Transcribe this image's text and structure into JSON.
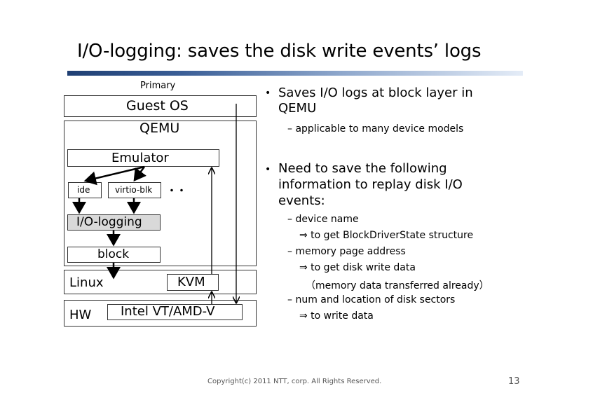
{
  "slide": {
    "title": "I/O-logging: saves the disk write events’ logs",
    "page_number": "13",
    "footer": "Copyright(c) 2011 NTT, corp. All Rights Reserved.",
    "accent_colors": {
      "title_bar_start": "#1f3f73",
      "title_bar_end": "#e4ecf7",
      "highlight_box": "#d9d9d9"
    }
  },
  "diagram": {
    "caption": "Primary",
    "guest_os": "Guest OS",
    "qemu": "QEMU",
    "emulator": "Emulator",
    "devices": [
      "ide",
      "virtio-blk"
    ],
    "more_devices": "・・",
    "io_logging": "I/O-logging",
    "block": "block",
    "linux": "Linux",
    "kvm": "KVM",
    "hw": "HW",
    "hw_ext": "Intel VT/AMD-V"
  },
  "bullets": [
    {
      "text_line1": "Saves I/O logs at block layer in",
      "text_line2": "QEMU",
      "sub": [
        "– applicable to many device models"
      ]
    },
    {
      "text_line1": "Need to save the following",
      "text_line2": "information to replay disk I/O",
      "text_line3": "events:",
      "sub": [
        "– device name",
        "⇒ to get BlockDriverState structure",
        "– memory page address",
        "⇒ to get disk write data",
        "（memory data transferred already）",
        "– num and location of disk sectors",
        "⇒ to write data"
      ]
    }
  ]
}
